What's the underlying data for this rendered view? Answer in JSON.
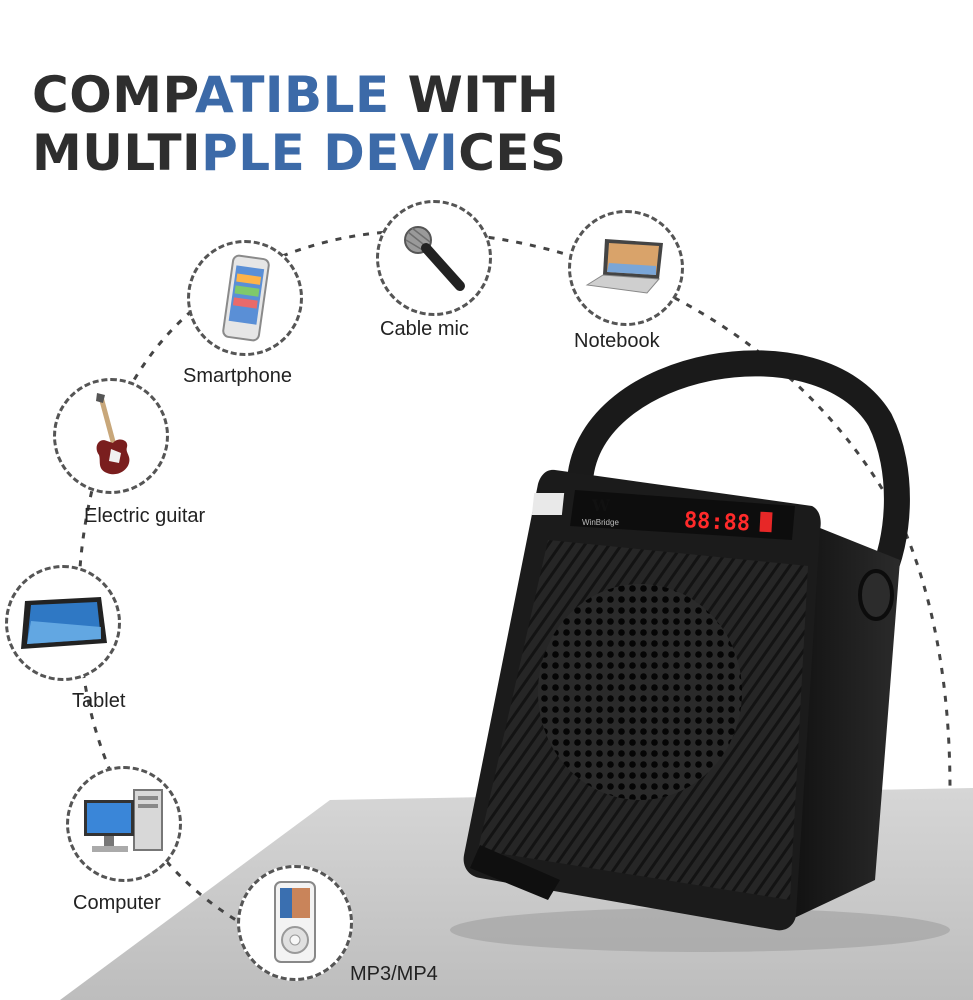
{
  "headline": {
    "line1_a": "COMP",
    "line1_b": "ATIBLE",
    "line1_c": " WITH",
    "line2_a": "MULTI",
    "line2_b": "PLE DEVI",
    "line2_c": "CES"
  },
  "devices": [
    {
      "label": "Smartphone",
      "icon": "smartphone-icon"
    },
    {
      "label": "Cable mic",
      "icon": "microphone-icon"
    },
    {
      "label": "Notebook",
      "icon": "notebook-icon"
    },
    {
      "label": "Electric guitar",
      "icon": "electric-guitar-icon"
    },
    {
      "label": "Tablet",
      "icon": "tablet-icon"
    },
    {
      "label": "Computer",
      "icon": "computer-icon"
    },
    {
      "label": "MP3/MP4",
      "icon": "mp3-player-icon"
    }
  ],
  "speaker": {
    "brand": "WinBridge",
    "logo_letter": "W",
    "display_text": "88:88"
  },
  "colors": {
    "headline_dark": "#2e2e2e",
    "headline_accent": "#3c6aa8",
    "speaker_body": "#1b1b1b",
    "display_red": "#ff2a2a"
  }
}
